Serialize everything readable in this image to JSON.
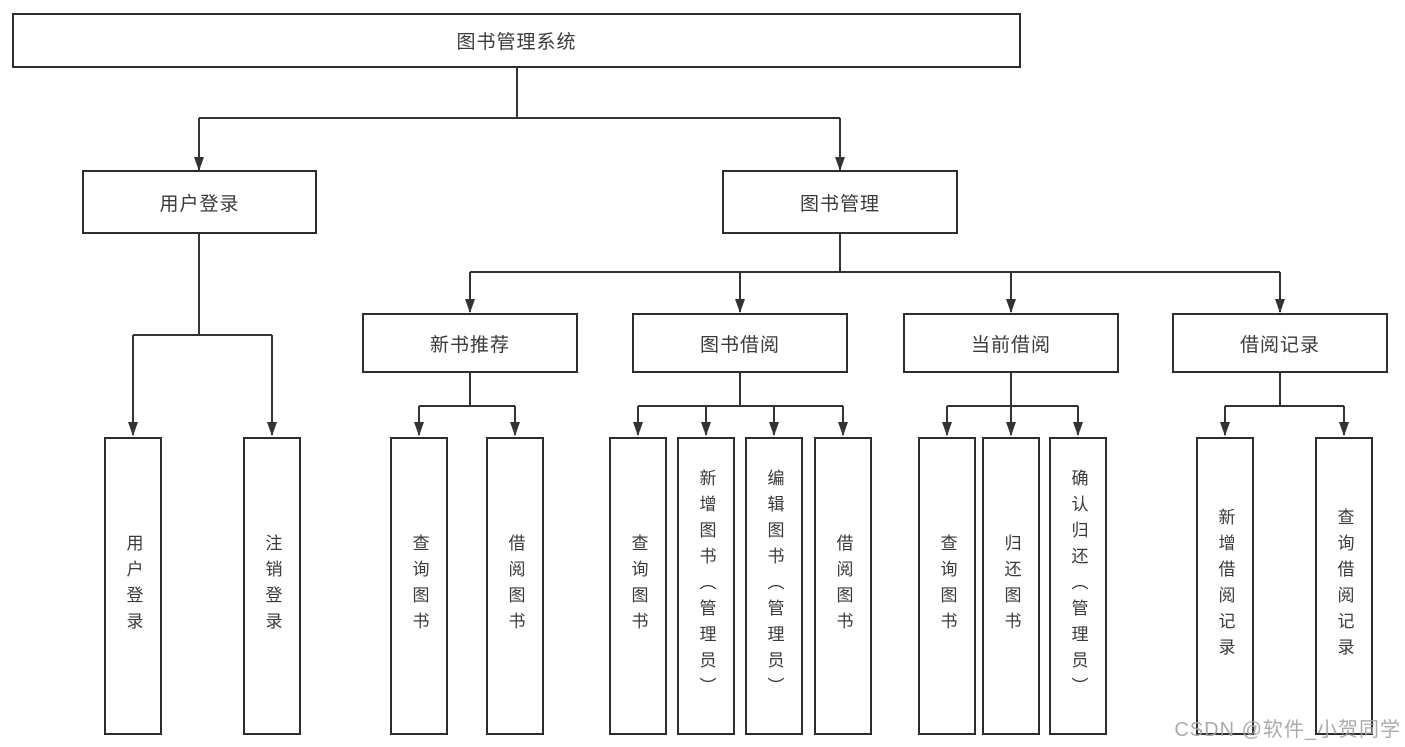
{
  "root_label": "图书管理系统",
  "tree": {
    "user_login": {
      "label": "用户登录",
      "children": [
        "用户登录",
        "注销登录"
      ]
    },
    "book_mgmt": {
      "label": "图书管理",
      "children": {
        "new_book_rec": {
          "label": "新书推荐",
          "children": [
            "查询图书",
            "借阅图书"
          ]
        },
        "book_borrow": {
          "label": "图书借阅",
          "children": [
            "查询图书",
            "新增图书（管理员）",
            "编辑图书（管理员）",
            "借阅图书"
          ]
        },
        "current_borrow": {
          "label": "当前借阅",
          "children": [
            "查询图书",
            "归还图书",
            "确认归还（管理员）"
          ]
        },
        "borrow_records": {
          "label": "借阅记录",
          "children": [
            "新增借阅记录",
            "查询借阅记录"
          ]
        }
      }
    }
  },
  "watermark": "CSDN @软件_小贺同学",
  "colors": {
    "line": "#333333",
    "box_border": "#2d2d2d",
    "text": "#3a3a3a",
    "watermark": "#a4a4a4",
    "background": "#ffffff"
  }
}
